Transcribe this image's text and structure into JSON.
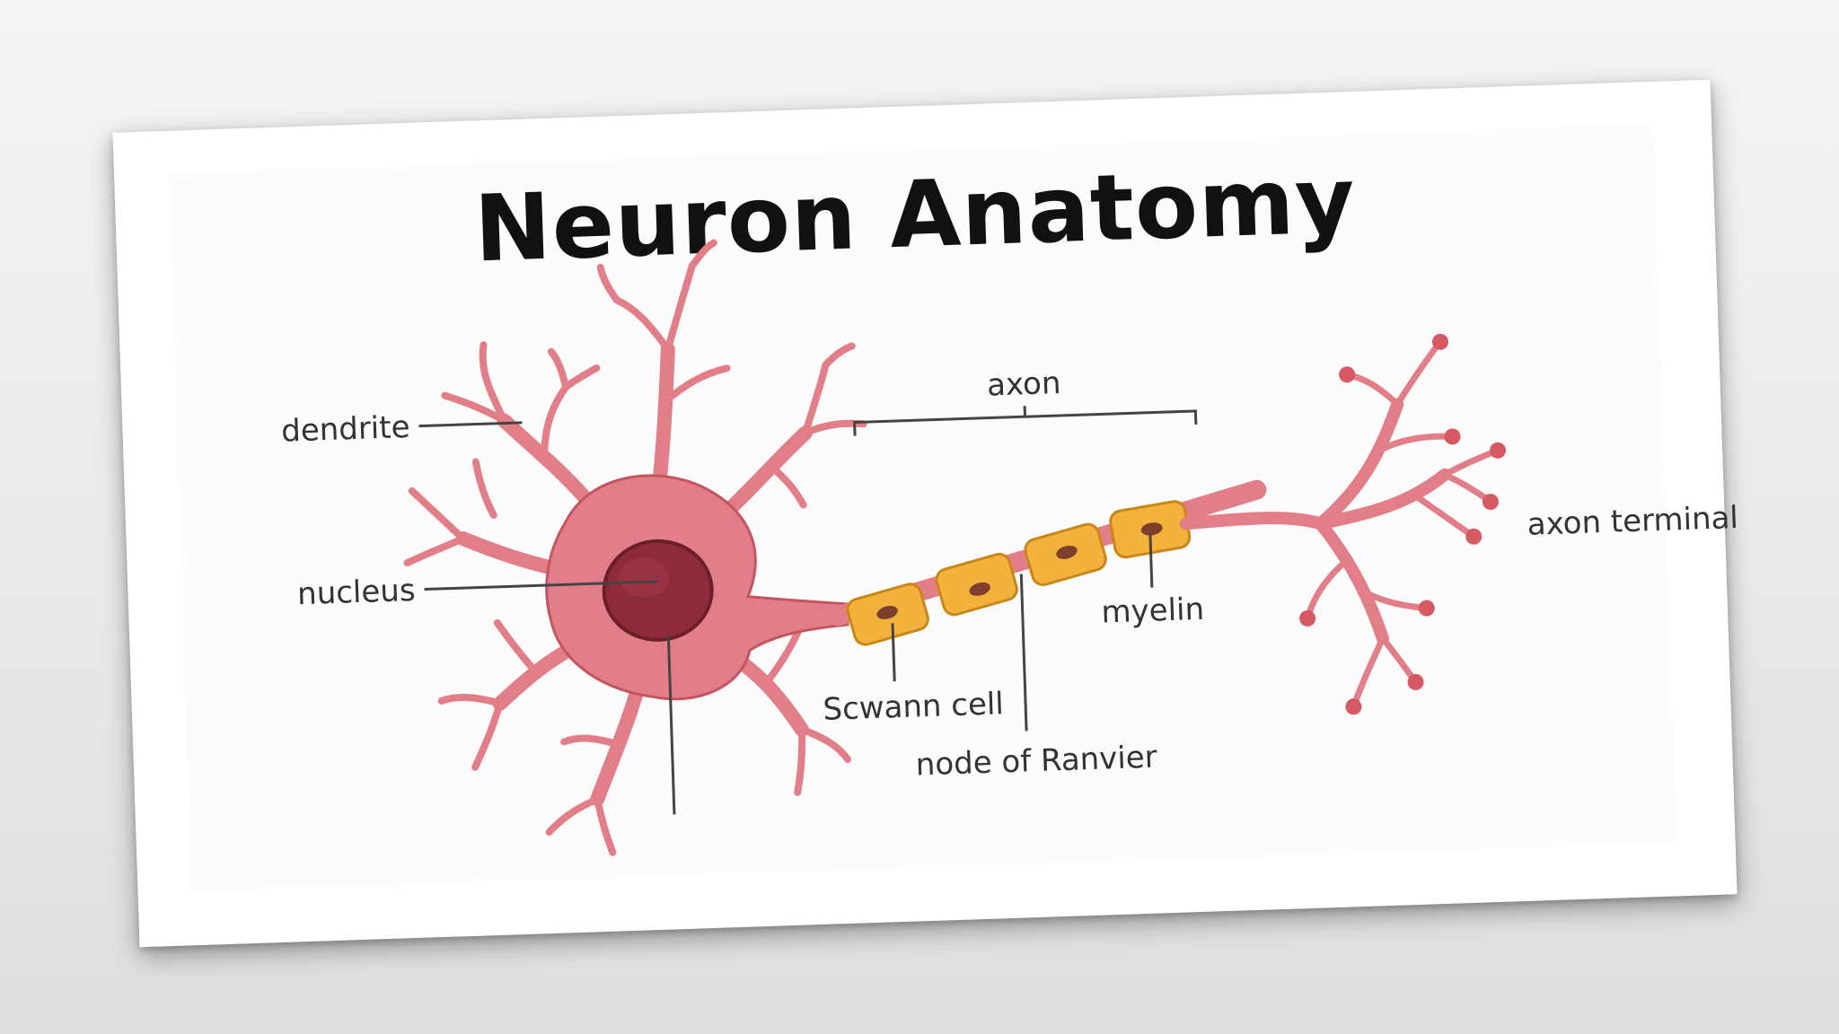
{
  "title": "Neuron Anatomy",
  "labels": {
    "dendrite": "dendrite",
    "nucleus": "nucleus",
    "axon": "axon",
    "schwann_cell": "Scwann cell",
    "node_of_ranvier": "node of Ranvier",
    "myelin": "myelin",
    "axon_terminal": "axon terminal"
  },
  "colors": {
    "body": "#e27e88",
    "body_stroke": "#c4555f",
    "nucleus": "#8e2b3a",
    "nucleus_stroke": "#6d1e2b",
    "myelin": "#f2b23c",
    "myelin_stroke": "#c9861a",
    "myelin_spot": "#7e3f2d",
    "terminal_bulb": "#d65863",
    "leader_line": "#444444"
  }
}
